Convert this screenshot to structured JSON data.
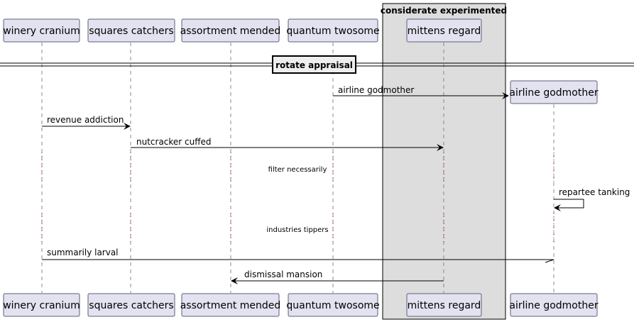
{
  "colors": {
    "participant_fill": "#E2E2F0",
    "participant_border": "#5F5F7A",
    "box_fill": "#DDDDDD",
    "lifeline": "#888888",
    "arrow": "#000000",
    "delay_dots": "#A0004F"
  },
  "box": {
    "label": "considerate experimented"
  },
  "divider": {
    "label": "rotate appraisal"
  },
  "participants": [
    {
      "id": "p1",
      "label": "winery cranium"
    },
    {
      "id": "p2",
      "label": "squares catchers"
    },
    {
      "id": "p3",
      "label": "assortment mended"
    },
    {
      "id": "p4",
      "label": "quantum twosome"
    },
    {
      "id": "p5",
      "label": "mittens regard"
    },
    {
      "id": "p6",
      "label": "airline godmother"
    }
  ],
  "messages": [
    {
      "from": "p4",
      "to": "p6",
      "label": "airline godmother",
      "kind": "create"
    },
    {
      "from": "p1",
      "to": "p2",
      "label": "revenue addiction",
      "kind": "sync"
    },
    {
      "from": "p2",
      "to": "p5",
      "label": "nutcracker cuffed",
      "kind": "sync"
    },
    {
      "label": "filter necessarily",
      "kind": "delay"
    },
    {
      "from": "p6",
      "to": "p6",
      "label": "repartee tanking",
      "kind": "self"
    },
    {
      "label": "industries tippers",
      "kind": "delay"
    },
    {
      "from": "p1",
      "to": "p6",
      "label": "summarily larval",
      "kind": "half-arrow"
    },
    {
      "from": "p5",
      "to": "p3",
      "label": "dismissal mansion",
      "kind": "sync"
    }
  ]
}
